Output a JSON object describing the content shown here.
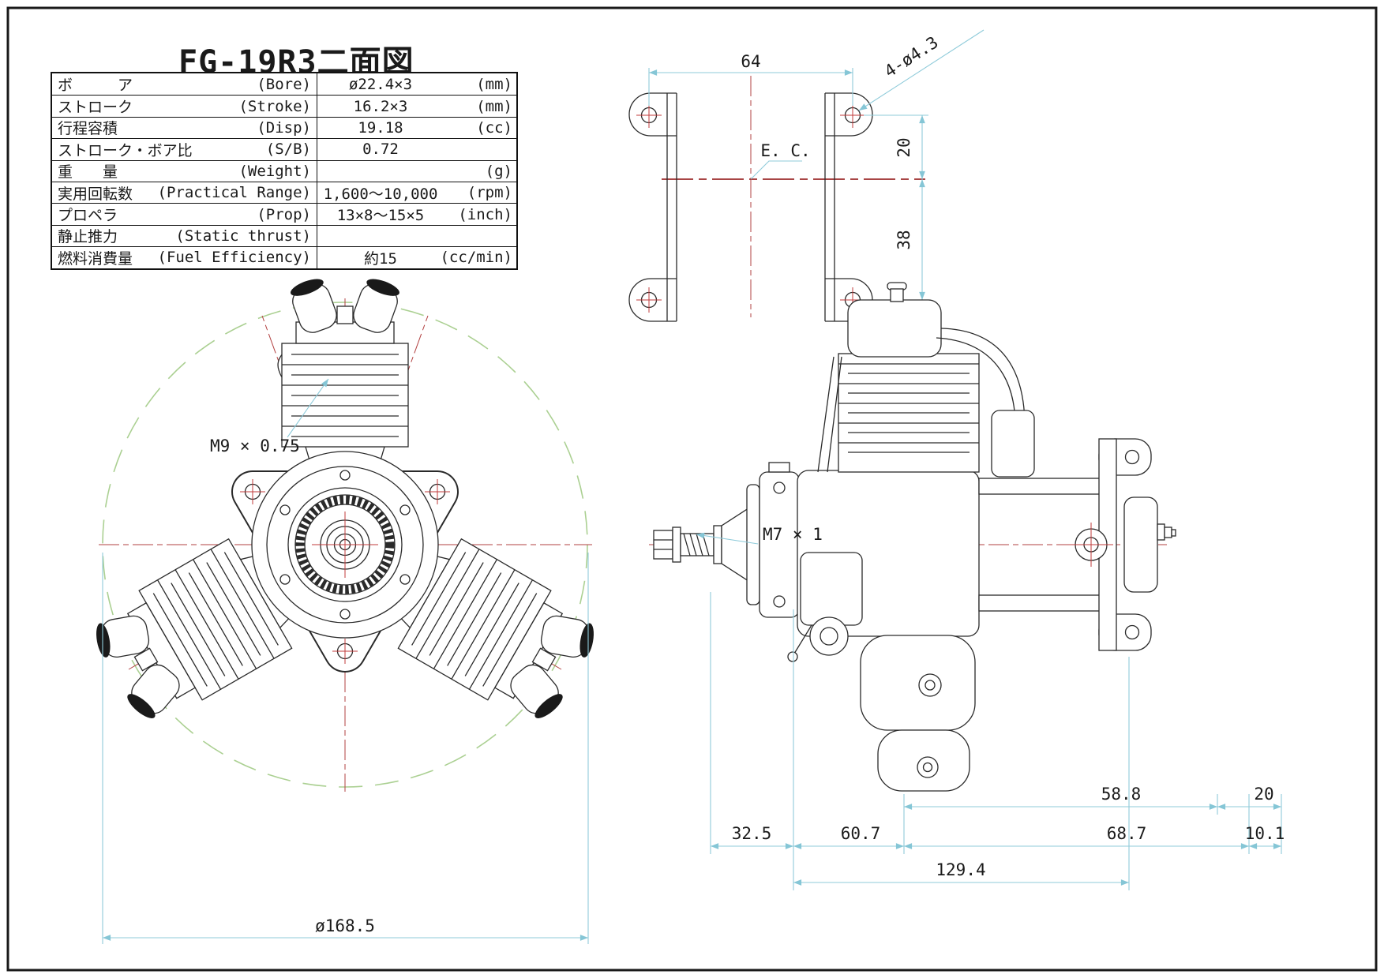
{
  "title": "FG-19R3二面図",
  "spec_table": {
    "rows": [
      {
        "jp": "ボ　　　ア",
        "en": "(Bore)",
        "value": "ø22.4×3",
        "unit": "(mm)"
      },
      {
        "jp": "ストローク",
        "en": "(Stroke)",
        "value": "16.2×3",
        "unit": "(mm)"
      },
      {
        "jp": "行程容積",
        "en": "(Disp)",
        "value": "19.18",
        "unit": "(cc)"
      },
      {
        "jp": "ストローク・ボア比",
        "en": "(S/B)",
        "value": "0.72",
        "unit": ""
      },
      {
        "jp": "重　　量",
        "en": "(Weight)",
        "value": "",
        "unit": "(g)"
      },
      {
        "jp": "実用回転数",
        "en": "(Practical Range)",
        "value": "1,600～10,000",
        "unit": "(rpm)"
      },
      {
        "jp": "プロペラ",
        "en": "(Prop)",
        "value": "13×8～15×5",
        "unit": "(inch)"
      },
      {
        "jp": "静止推力",
        "en": "(Static thrust)",
        "value": "",
        "unit": ""
      },
      {
        "jp": "燃料消費量",
        "en": "(Fuel Efficiency)",
        "value": "約15",
        "unit": "(cc/min)"
      }
    ]
  },
  "mount_view": {
    "dim_span": "64",
    "hole_callout": "4-ø4.3",
    "dim_upper": "20",
    "dim_lower": "38",
    "centerline_label": "E. C."
  },
  "front_view": {
    "thread_callout": "M9 × 0.75",
    "dim_diameter": "ø168.5"
  },
  "side_view": {
    "thread_callout": "M7 × 1",
    "dim_rear_top": "58.8",
    "dim_right_top": "20",
    "dim_nose": "32.5",
    "dim_front": "60.7",
    "dim_rear": "68.7",
    "dim_right_bottom": "10.1",
    "dim_overall": "129.4"
  },
  "colors": {
    "line": "#2a2a2a",
    "centerline": "#b24040",
    "dimension": "#8fcbda",
    "pitch_circle": "#abd092"
  }
}
